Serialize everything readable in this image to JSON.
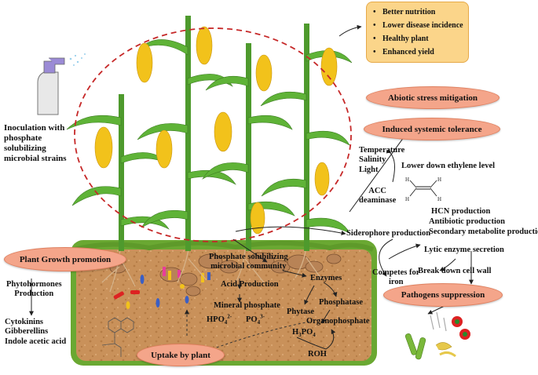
{
  "benefits": [
    "Better nutrition",
    "Lower disease incidence",
    "Healthy plant",
    "Enhanced yield"
  ],
  "labels": {
    "inoculation": [
      "Inoculation with",
      "phosphate",
      "solubilizing",
      "microbial strains"
    ],
    "abiotic": "Abiotic stress mitigation",
    "induced": "Induced systemic tolerance",
    "stress_factors": [
      "Temperature",
      "Salinity",
      "Light"
    ],
    "ethylene": "Lower down ethylene level",
    "acc": [
      "ACC",
      "deaminase"
    ],
    "hcn": "HCN production",
    "antibiotic": "Antibiotic production",
    "secondary": "Secondary metabolite production",
    "siderophore": "Siderophore production",
    "lytic": "Lytic enzyme secretion",
    "competes": [
      "Competes for",
      "iron"
    ],
    "break_down": "Break down cell wall",
    "pathogens": "Pathogens suppression",
    "growth_promotion": "Plant Growth promotion",
    "phytohormones": [
      "Phytohormones",
      "Production"
    ],
    "hormones": [
      "Cytokinins",
      "Gibberellins",
      "Indole acetic acid"
    ],
    "psm": [
      "Phosphate solubilizing",
      "microbial community"
    ],
    "acid": "Acid Production",
    "enzymes": "Enzymes",
    "phosphatase": "Phosphatase",
    "phytase": "Phytase",
    "organophosphate": "Organophosphate",
    "mineral": "Mineral phosphate",
    "hpo": "HPO",
    "hpo_sub": "4",
    "hpo_sup": "2-",
    "po": "PO",
    "po_sub": "4",
    "po_sup": "3-",
    "h3po4": "H",
    "h3po4_a": "3",
    "h3po4_b": "PO",
    "h3po4_c": "4",
    "roh": "ROH",
    "uptake": "Uptake by plant"
  },
  "colors": {
    "pill": "#f4a58a",
    "benefit_box": "#fbd58a",
    "soil": "#c9915a",
    "grass": "#6aa832",
    "stalk": "#4e9a2d",
    "corn": "#f2c21b"
  }
}
